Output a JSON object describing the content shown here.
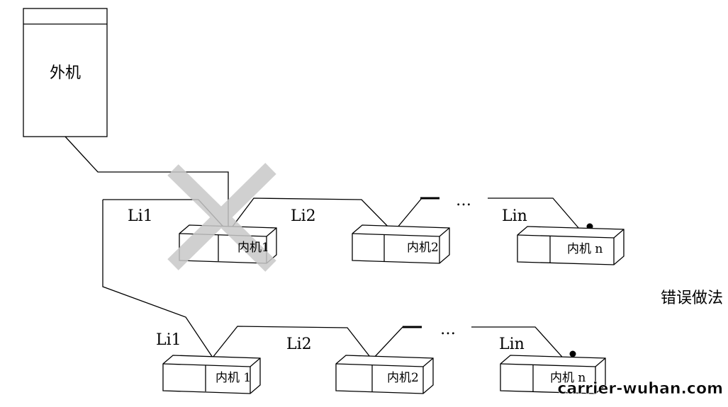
{
  "outdoor_unit": {
    "label": "外机"
  },
  "top_row": {
    "segment_labels": [
      "Li1",
      "Li2",
      "Lin"
    ],
    "indoor_units": [
      "内机1",
      "内机2",
      "内机 n"
    ],
    "ellipsis": "…"
  },
  "bottom_row": {
    "segment_labels": [
      "Li1",
      "Li2",
      "Lin"
    ],
    "indoor_units": [
      "内机 1",
      "内机2",
      "内机 n"
    ],
    "ellipsis": "…"
  },
  "wrong_practice_label": "错误做法",
  "watermark": "carrier-wuhan.com",
  "colors": {
    "line": "#000000",
    "cross": "#c8c8c8",
    "background": "#ffffff"
  }
}
